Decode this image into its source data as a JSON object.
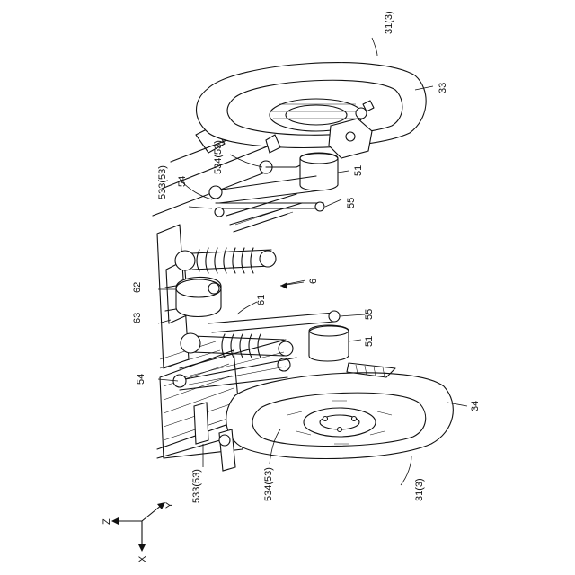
{
  "figure": {
    "labels": {
      "l_31_top": "31(3)",
      "l_33": "33",
      "l_534_top": "534(53)",
      "l_51_top": "51",
      "l_533_top": "533(53)",
      "l_54_top": "54",
      "l_55_top": "55",
      "l_62": "62",
      "l_6": "6",
      "l_61": "61",
      "l_63": "63",
      "l_55_bot": "55",
      "l_51_bot": "51",
      "l_54_bot": "54",
      "l_34": "34",
      "l_533_bot": "533(53)",
      "l_534_bot": "534(53)",
      "l_31_bot": "31(3)"
    },
    "axes": {
      "z": "Z",
      "y": "Y",
      "x": "X"
    }
  }
}
